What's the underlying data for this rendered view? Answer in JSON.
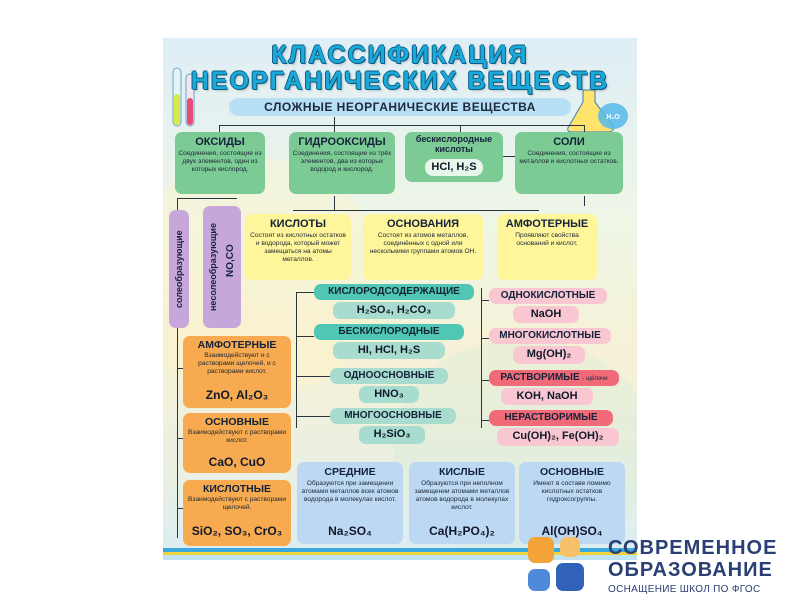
{
  "poster": {
    "title_line1": "КЛАССИФИКАЦИЯ",
    "title_line2": "НЕОРГАНИЧЕСКИХ ВЕЩЕСТВ",
    "banner": "СЛОЖНЫЕ НЕОРГАНИЧЕСКИЕ ВЕЩЕСТВА",
    "water_label": "H₂O",
    "top_row": {
      "oxides": {
        "title": "ОКСИДЫ",
        "desc": "Соединения, состоящие из двух элементов, один из которых кислород."
      },
      "hydroxides": {
        "title": "ГИДРООКСИДЫ",
        "desc": "Соединения, состоящие из трёх элементов, два из которых водород и кислород."
      },
      "oxygenfree_acids": {
        "title": "бескислородные кислоты",
        "formula": "HCl, H₂S"
      },
      "salts": {
        "title": "СОЛИ",
        "desc": "Соединения, состоящие из металлов и кислотных остатков."
      }
    },
    "oxide_types": {
      "salt_forming": "солеобразующие",
      "non_salt_forming": "несолеобразующие",
      "non_salt_formula": "NO,CO"
    },
    "hydroxide_types": {
      "acids": {
        "title": "КИСЛОТЫ",
        "desc": "Состоят из кислотных остатков и водорода, который может замещаться на атомы металлов."
      },
      "bases": {
        "title": "ОСНОВАНИЯ",
        "desc": "Состоят из атомов металлов, соединённых с одной или несколькими группами атомов OH."
      },
      "amphoteric": {
        "title": "АМФОТЕРНЫЕ",
        "desc": "Проявляют свойства оснований и кислот."
      }
    },
    "salt_forming_oxides": {
      "amphoteric": {
        "title": "АМФОТЕРНЫЕ",
        "desc": "Взаимодействуют и с растворами щелочей, и с растворами кислот.",
        "formula": "ZnO, Al₂O₃"
      },
      "basic": {
        "title": "ОСНОВНЫЕ",
        "desc": "Взаимодействуют с растворами кислот.",
        "formula": "CaO, CuO"
      },
      "acidic": {
        "title": "КИСЛОТНЫЕ",
        "desc": "Взаимодействуют с растворами щелочей.",
        "formula": "SiO₂, SO₃, CrO₃"
      }
    },
    "acid_types": {
      "oxygen_containing": {
        "title": "КИСЛОРОДСОДЕРЖАЩИЕ",
        "formula": "H₂SO₄, H₂CO₃"
      },
      "oxygen_free": {
        "title": "БЕСКИСЛОРОДНЫЕ",
        "formula": "HI, HCl, H₂S"
      },
      "monobasic": {
        "title": "ОДНООСНОВНЫЕ",
        "formula": "HNO₃"
      },
      "polybasic": {
        "title": "МНОГООСНОВНЫЕ",
        "formula": "H₂SiO₃"
      }
    },
    "base_types": {
      "monoacid": {
        "title": "ОДНОКИСЛОТНЫЕ",
        "formula": "NaOH"
      },
      "polyacid": {
        "title": "МНОГОКИСЛОТНЫЕ",
        "formula": "Mg(OH)₂"
      },
      "soluble": {
        "title": "РАСТВОРИМЫЕ",
        "note": "- щёлочи",
        "formula": "KOH, NaOH"
      },
      "insoluble": {
        "title": "НЕРАСТВОРИМЫЕ",
        "formula": "Cu(OH)₂, Fe(OH)₂"
      }
    },
    "salt_types": {
      "normal": {
        "title": "СРЕДНИЕ",
        "desc": "Образуются при замещении атомами металлов всех атомов водорода в молекулах кислот.",
        "formula": "Na₂SO₄"
      },
      "acidic": {
        "title": "КИСЛЫЕ",
        "desc": "Образуются при неполном замещении атомами металлов атомов водорода в молекулах кислот.",
        "formula": "Ca(H₂PO₄)₂"
      },
      "basic": {
        "title": "ОСНОВНЫЕ",
        "desc": "Имеют в составе помимо кислотных остатков гидроксогруппы.",
        "formula": "Al(OH)SO₄"
      }
    }
  },
  "logo": {
    "line1": "СОВРЕМЕННОЕ",
    "line2": "ОБРАЗОВАНИЕ",
    "tagline": "ОСНАЩЕНИЕ ШКОЛ ПО ФГОС"
  },
  "colors": {
    "title": "#1aa9d8",
    "logo_text": "#2a3f73",
    "logo_orange": "#f3a338",
    "logo_blue": "#2f62b8"
  }
}
